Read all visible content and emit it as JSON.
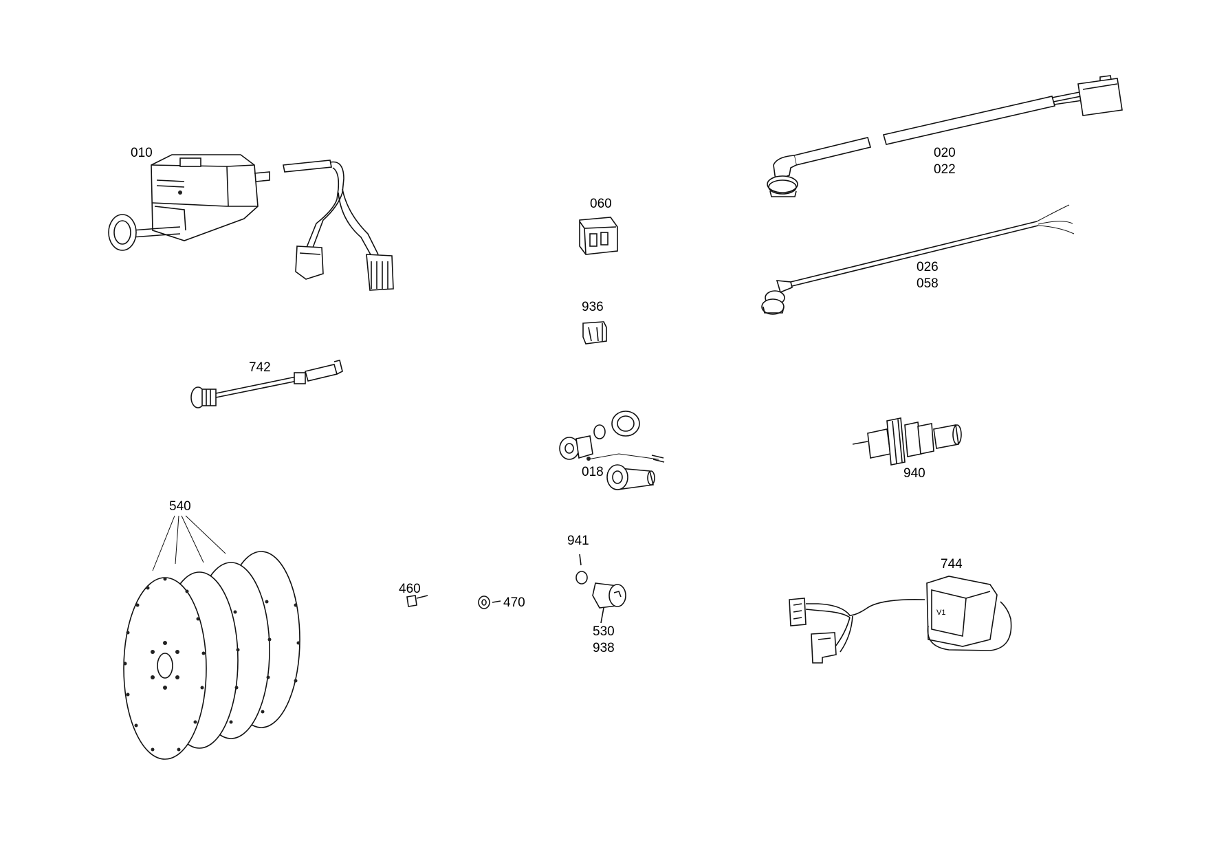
{
  "parts": [
    {
      "id": "actuator",
      "labels": [
        "010"
      ]
    },
    {
      "id": "cable-harness-angled",
      "labels": [
        "020",
        "022"
      ]
    },
    {
      "id": "connector-block",
      "labels": [
        "060"
      ]
    },
    {
      "id": "cable-angled-open-end",
      "labels": [
        "026",
        "058"
      ]
    },
    {
      "id": "small-connector",
      "labels": [
        "936"
      ]
    },
    {
      "id": "sensor-rod",
      "labels": [
        "742"
      ]
    },
    {
      "id": "valve-assembly",
      "labels": [
        "018"
      ]
    },
    {
      "id": "pressure-switch",
      "labels": [
        "940"
      ]
    },
    {
      "id": "disc-stack",
      "labels": [
        "540"
      ]
    },
    {
      "id": "screw-plug-seal",
      "labels": [
        "941"
      ]
    },
    {
      "id": "screw",
      "labels": [
        "460"
      ]
    },
    {
      "id": "washer",
      "labels": [
        "470"
      ]
    },
    {
      "id": "plug",
      "labels": [
        "530",
        "938"
      ]
    },
    {
      "id": "control-unit-harness",
      "labels": [
        "744"
      ]
    }
  ]
}
